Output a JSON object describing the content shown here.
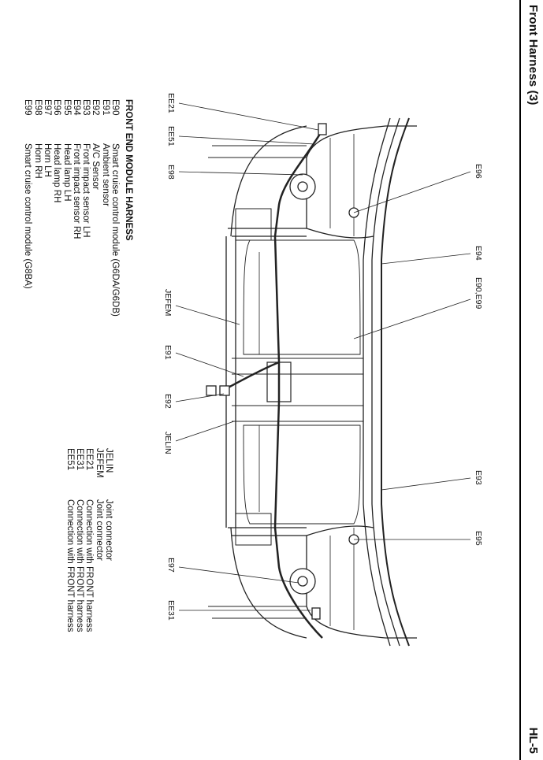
{
  "header": {
    "title": "Front Harness (3)",
    "page_number": "HL-5"
  },
  "legend": {
    "title": "FRONT END MODULE HARNESS",
    "items": [
      {
        "code": "E90",
        "desc": "Smart cruise control module (G6DA/G6DB)"
      },
      {
        "code": "E91",
        "desc": "Ambient sensor"
      },
      {
        "code": "E92",
        "desc": "A/C Sensor"
      },
      {
        "code": "E93",
        "desc": "Front impact sensor LH"
      },
      {
        "code": "E94",
        "desc": "Front impact sensor RH"
      },
      {
        "code": "E95",
        "desc": "Head lamp LH"
      },
      {
        "code": "E96",
        "desc": "Head lamp RH"
      },
      {
        "code": "E97",
        "desc": "Horn LH"
      },
      {
        "code": "E98",
        "desc": "Horn RH"
      },
      {
        "code": "E99",
        "desc": "Smart cruise control module (G8BA)"
      }
    ],
    "connectors": [
      {
        "code": "JELIN",
        "desc": "Joint connector"
      },
      {
        "code": "JEFEM",
        "desc": "Joint connector"
      },
      {
        "code": "EE21",
        "desc": "Connection with FRONT harness"
      },
      {
        "code": "EE31",
        "desc": "Connection with FRONT harness"
      },
      {
        "code": "EE51",
        "desc": "Connection with FRONT harness"
      }
    ]
  },
  "callouts": {
    "ee21": "EE21",
    "ee51": "EE51",
    "e98": "E98",
    "jefem": "JEFEM",
    "e91": "E91",
    "e92": "E92",
    "jelin": "JELIN",
    "e97": "E97",
    "ee31": "EE31",
    "e96": "E96",
    "e94": "E94",
    "e90_e99": "E90,E99",
    "e93": "E93",
    "e95": "E95"
  }
}
